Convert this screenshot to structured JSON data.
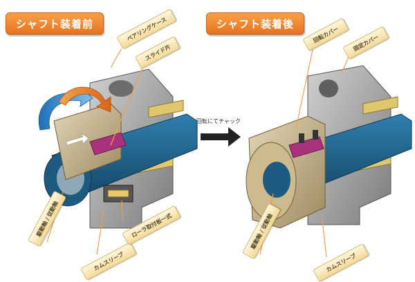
{
  "before": {
    "title": "シャフト装着前",
    "labels": {
      "bearing_case": "ベアリングケース",
      "slide_piece": "スライド片",
      "drive_shaft": "駆動軸 / 従動軸",
      "cam_sleeve": "カムスリーブ",
      "roller_assembly": "ローラ取付板一式"
    }
  },
  "after": {
    "title": "シャフト装着後",
    "labels": {
      "rotating_cover": "回転カバー",
      "fixed_cover": "固定カバー",
      "drive_shaft": "駆動軸 / 従動軸",
      "cam_sleeve": "カムスリーブ"
    }
  },
  "transition": {
    "label": "回転にてチャック"
  },
  "colors": {
    "title_orange": "#ee7d22",
    "shaft_blue": "#1f5f86",
    "gold": "#d9c07a",
    "magenta": "#a8327c",
    "housing_gray": "#9a9a9a",
    "arrow_blue": "#2f7fc8"
  }
}
